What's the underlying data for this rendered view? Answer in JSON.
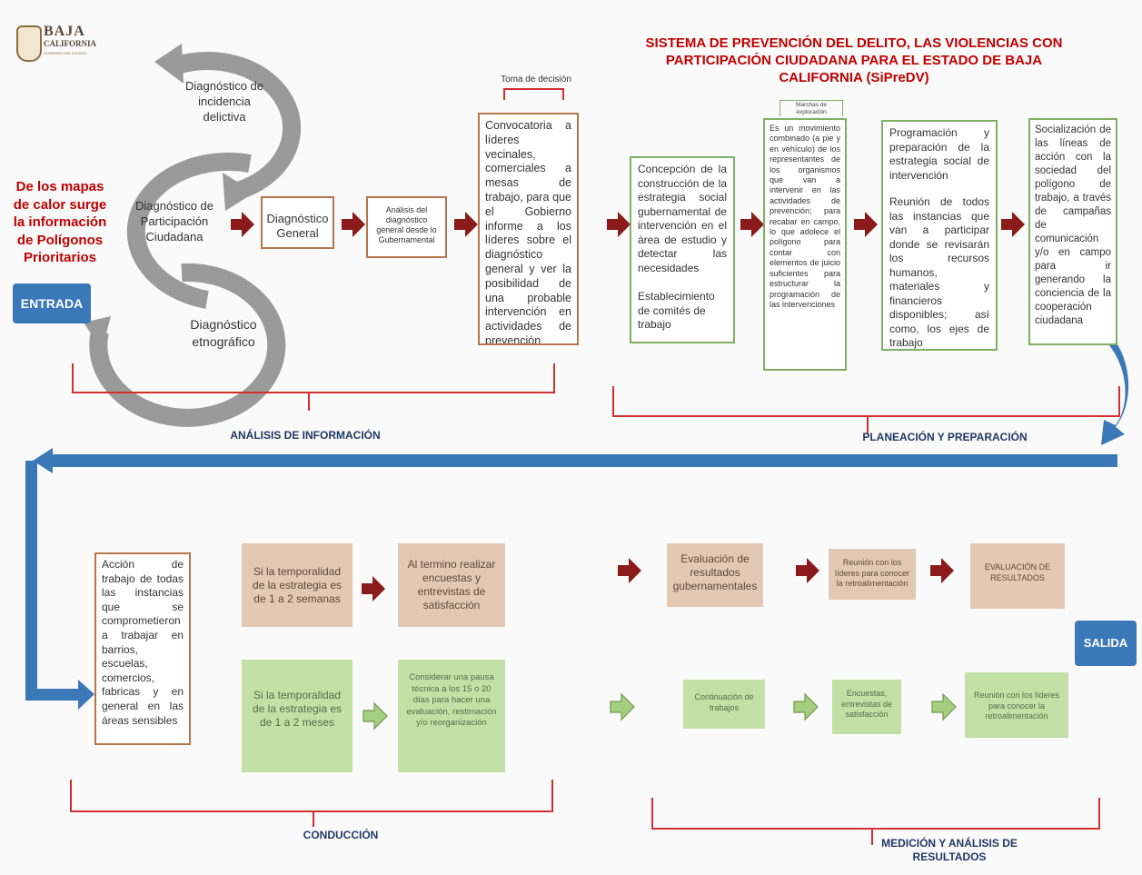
{
  "logo": {
    "line1": "BAJA",
    "line2": "CALIFORNIA",
    "line3": "GOBIERNO DEL ESTADO"
  },
  "title": "SISTEMA DE PREVENCIÓN DEL DELITO, LAS VIOLENCIAS CON PARTICIPACIÓN CIUDADANA PARA EL ESTADO DE BAJA CALIFORNIA (SiPreDV)",
  "left_heading": "De los mapas de calor surge la información de Polígonos Prioritarios",
  "entrada": "ENTRADA",
  "salida": "SALIDA",
  "circles": {
    "c1": "Diagnóstico de incidencia delictiva",
    "c2": "Diagnóstico de Participación Ciudadana",
    "c3": "Diagnóstico etnográfico"
  },
  "diag_general": "Diagnóstico General",
  "analisis": "Análisis del diagnóstico general desde lo Gubernamental",
  "toma_decision": "Toma de decisión",
  "convocatoria": "Convocatoria a líderes vecinales, comerciales a mesas de trabajo, para que el Gobierno informe a los líderes sobre el diagnóstico general y ver la posibilidad de una probable intervención en actividades de prevención",
  "concepcion": {
    "p1": "Concepción de la construcción de la estrategia social gubernamental de intervención en el área de estudio y detectar las necesidades",
    "p2": "Establecimiento de comités de trabajo"
  },
  "marchas_label": "Marchas de exploración",
  "marchas": "Es un movimiento combinado (a pie y en vehículo) de los representantes de los organismos que van a intervenir en las actividades de prevención; para recabar en campo, lo que adolece el polígono para contar con elementos de juicio suficientes para estructurar la programación de las intervenciones",
  "programacion": {
    "p1": "Programación y preparación de la estrategia social de intervención",
    "p2": "Reunión de todos las instancias que van a participar donde se revisarán los recursos humanos, materiales y financieros disponibles; así como, los ejes de trabajo"
  },
  "socializacion": "Socialización de las líneas de acción con la sociedad del polígono de trabajo, a través de campañas de comunicación y/o en campo para ir generando la conciencia de la cooperación ciudadana",
  "stages": {
    "analisis_info": "ANÁLISIS DE INFORMACIÓN",
    "planeacion": "PLANEACIÓN Y PREPARACIÓN",
    "conduccion": "CONDUCCIÓN",
    "medicion": "MEDICIÓN Y ANÁLISIS DE RESULTADOS"
  },
  "accion": "Acción de trabajo de todas las instancias que se comprometieron a trabajar en barrios, escuelas, comercios, fabricas y en general en las áreas sensibles",
  "temp_semanas": "Si la temporalidad de la estrategia es de 1 a 2 semanas",
  "al_termino": "Al termino realizar encuestas y entrevistas de satisfacción",
  "temp_meses": "Si la temporalidad de la estrategia es de 1 a 2 meses",
  "considerar": "Considerar una pausa técnica a los 15 o 20 días para hacer una evaluación, restimación y/o reorganización",
  "eval_gub": "Evaluación de resultados gubernamentales",
  "reunion_lideres": "Reunión con los líderes para conocer la retroalimentación",
  "evaluacion_resultados": "EVALUACIÓN DE RESULTADOS",
  "continuacion": "Continuación de trabajos",
  "encuestas": "Encuestas, entrevistas de satisfacción",
  "reunion_lideres2": "Reunión con los líderes para conocer la retroalimentación",
  "colors": {
    "dark_red": "#8b1a1a",
    "blue": "#3b78b8",
    "tan": "#e3c9b3",
    "light_green": "#c3e0a6",
    "bracket_red": "#d23030",
    "heading_red": "#c00000"
  }
}
